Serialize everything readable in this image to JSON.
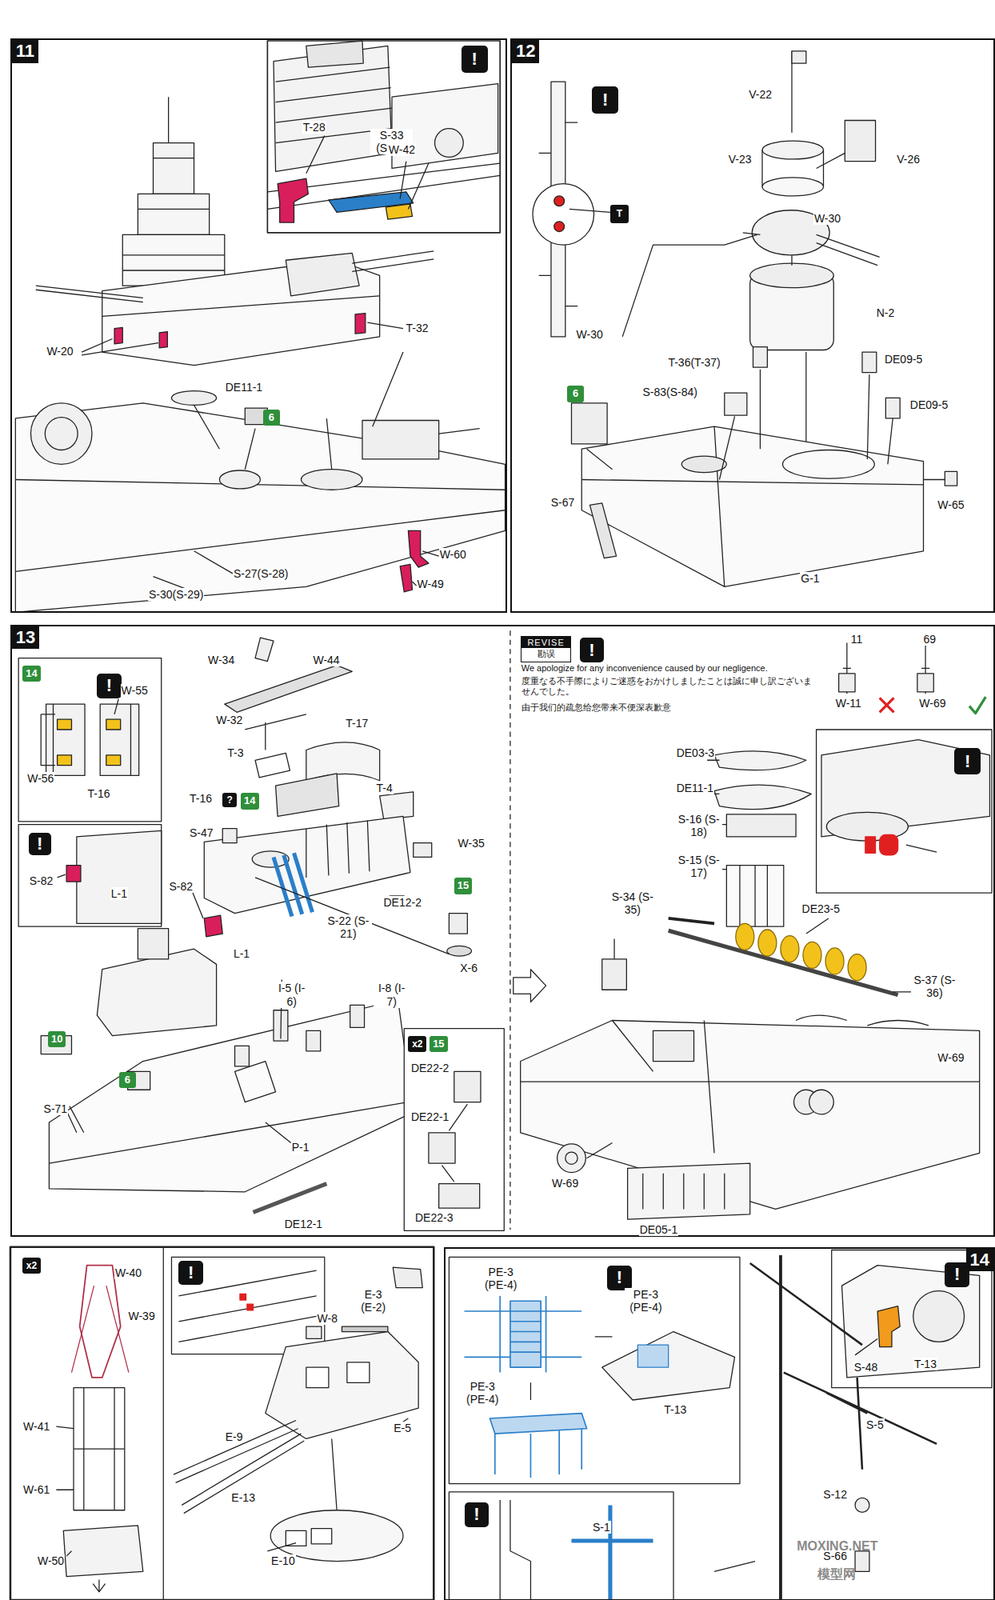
{
  "diagram": {
    "nodes": [
      {
        "text": [
          "11"
        ]
      },
      {
        "text": [
          "!"
        ],
        "in": 0
      },
      {
        "text": [
          "12"
        ]
      },
      {
        "text": [
          "!"
        ],
        "in": 2
      },
      {
        "text": [
          "T"
        ],
        "in": 2
      },
      {
        "text": [
          "6"
        ],
        "in": 0
      },
      {
        "text": [
          "6"
        ],
        "in": 2
      },
      {
        "text": [
          "13"
        ]
      },
      {
        "text": [
          "14"
        ],
        "in": 7
      },
      {
        "text": [
          "!"
        ],
        "in": 7
      },
      {
        "text": [
          "!"
        ],
        "in": 7
      },
      {
        "text": [
          "?"
        ],
        "in": 7
      },
      {
        "text": [
          "14"
        ],
        "in": 7
      },
      {
        "text": [
          "15"
        ],
        "in": 7
      },
      {
        "text": [
          "10"
        ],
        "in": 7
      },
      {
        "text": [
          "6"
        ],
        "in": 7
      },
      {
        "text": [
          "x2"
        ],
        "in": 7
      },
      {
        "text": [
          "15"
        ],
        "in": 7
      },
      {
        "text": [
          "REVISE",
          "勘误"
        ],
        "in": 7
      },
      {
        "text": [
          "!"
        ],
        "in": 7
      },
      {
        "text": [
          "!"
        ],
        "in": 7
      },
      {
        "text": [
          "x2"
        ]
      },
      {
        "text": [
          "!"
        ]
      },
      {
        "text": [
          "14"
        ]
      },
      {
        "text": [
          "!"
        ],
        "in": 23
      },
      {
        "text": [
          "!"
        ],
        "in": 23
      },
      {
        "text": [
          "!"
        ],
        "in": 23
      }
    ],
    "labels": [
      "S-33 (S-32)",
      "T-28",
      "W-42",
      "W-20",
      "T-32",
      "DE11-1",
      "W-60",
      "W-49",
      "S-27(S-28)",
      "S-30(S-29)",
      "V-22",
      "V-23",
      "V-26",
      "W-30",
      "W-30",
      "N-2",
      "T-36(T-37)",
      "DE09-5",
      "DE09-5",
      "S-83(S-84)",
      "S-67",
      "W-65",
      "G-1",
      "W-34",
      "W-44",
      "W-55",
      "W-32",
      "T-17",
      "T-3",
      "W-56",
      "T-16",
      "T-16",
      "T-4",
      "S-47",
      "W-35",
      "S-82",
      "L-1",
      "S-82",
      "DE12-2",
      "S-22 (S-21)",
      "X-6",
      "L-1",
      "I-5 (I-6)",
      "I-8 (I-7)",
      "S-71",
      "P-1",
      "DE12-1",
      "DE22-2",
      "DE22-1",
      "DE22-3",
      "We apologize for any inconvenience caused by our negligence.",
      "度重なる不手際によりご迷惑をおかけしましたことは誠に申し訳ございませんでした。",
      "由于我们的疏忽给您带来不便深表歉意",
      "11",
      "69",
      "W-11",
      "W-69",
      "DE03-3",
      "DE11-1",
      "S-16 (S-18)",
      "S-15 (S-17)",
      "S-34 (S-35)",
      "DE23-5",
      "S-37 (S-36)",
      "W-69",
      "W-69",
      "DE05-1",
      "W-40",
      "W-39",
      "W-41",
      "W-61",
      "W-50",
      "E-3 (E-2)",
      "W-8",
      "E-5",
      "E-9",
      "E-13",
      "E-10",
      "PE-3 (PE-4)",
      "PE-3 (PE-4)",
      "T-13",
      "PE-3 (PE-4)",
      "S-48",
      "T-13",
      "S-5",
      "S-12",
      "S-66",
      "S-1",
      "MOXING.NET",
      "模型网"
    ]
  }
}
